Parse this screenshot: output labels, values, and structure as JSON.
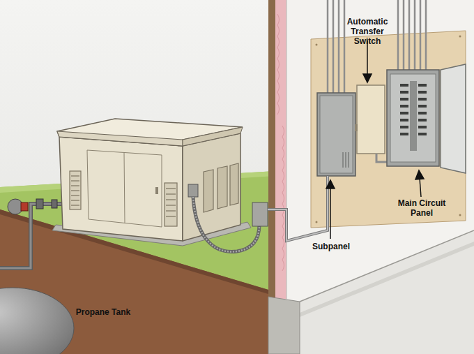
{
  "diagram": {
    "labels": [
      "Automatic Transfer Switch",
      "Main Circuit Panel",
      "Subpanel",
      "Propane Tank"
    ]
  }
}
